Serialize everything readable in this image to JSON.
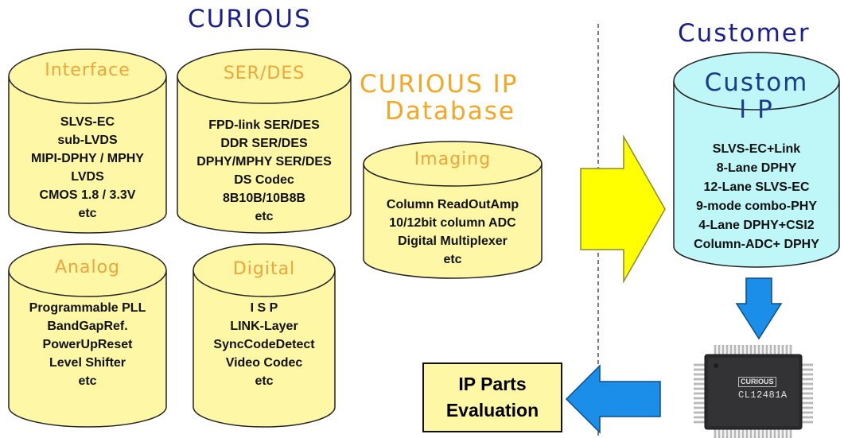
{
  "headings": {
    "curious": "CURIOUS",
    "customer": "Customer",
    "database_line1": "CURIOUS IP",
    "database_line2": "Database"
  },
  "cylinders": {
    "interface": {
      "title": "Interface",
      "items": [
        "SLVS-EC",
        "sub-LVDS",
        "MIPI-DPHY / MPHY",
        "LVDS",
        "CMOS 1.8 / 3.3V",
        "etc"
      ]
    },
    "serdes": {
      "title": "SER/DES",
      "items": [
        "FPD-link SER/DES",
        "DDR SER/DES",
        "DPHY/MPHY SER/DES",
        "DS Codec",
        "8B10B/10B8B",
        "etc"
      ]
    },
    "analog": {
      "title": "Analog",
      "items": [
        "Programmable PLL",
        "BandGapRef.",
        "PowerUpReset",
        "Level Shifter",
        "etc"
      ]
    },
    "digital": {
      "title": "Digital",
      "items": [
        "I S P",
        "LINK-Layer",
        "SyncCodeDetect",
        "Video Codec",
        "etc"
      ]
    },
    "imaging": {
      "title": "Imaging",
      "items": [
        "Column ReadOutAmp",
        "10/12bit  column ADC",
        "Digital Multiplexer",
        "etc"
      ]
    },
    "custom": {
      "title_line1": "Custom",
      "title_line2": "I P",
      "items": [
        "SLVS-EC+Link",
        "8-Lane DPHY",
        "12-Lane SLVS-EC",
        "9-mode combo-PHY",
        "4-Lane DPHY+CSI2",
        "Column-ADC+ DPHY"
      ]
    }
  },
  "evaluation": {
    "line1": "IP Parts",
    "line2": "Evaluation"
  },
  "chip": {
    "logo": "CURIOUS",
    "part_number": "CL12481A"
  },
  "colors": {
    "heading_blue": "#1a1f8c",
    "heading_orange": "#f5a623",
    "cyl_yellow": "#fdf7a6",
    "cyl_title": "#f0a43a",
    "custom_fill": "#bff6f8",
    "custom_title": "#1a3c8c",
    "arrow_yellow": "#ffff00",
    "arrow_blue": "#1a8ee8"
  }
}
